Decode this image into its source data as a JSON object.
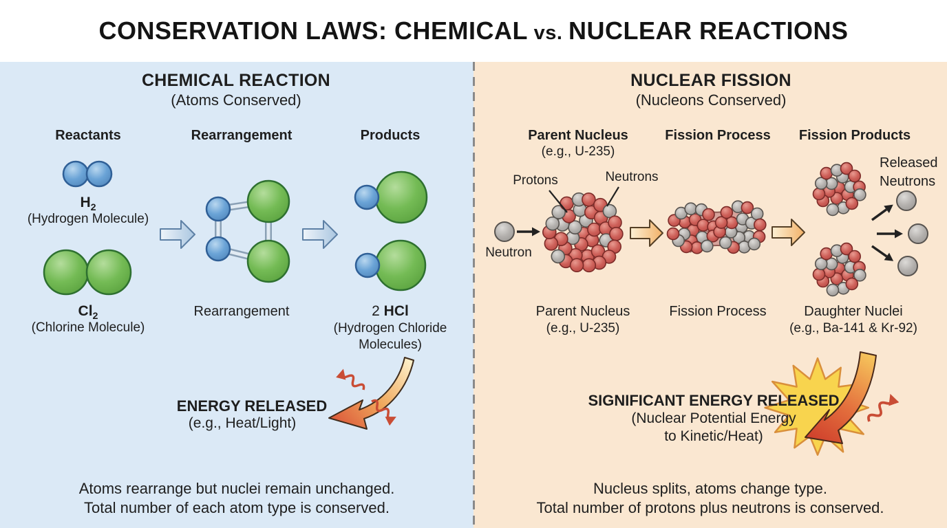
{
  "header": {
    "title_left": "CONSERVATION LAWS: CHEMICAL",
    "title_vs": " vs. ",
    "title_right": "NUCLEAR REACTIONS"
  },
  "colors": {
    "panel_left_bg": "#dbe9f6",
    "panel_right_bg": "#fae7d1",
    "atom_blue": "#66a1d4",
    "atom_green": "#6db54e",
    "proton_red": "#cb5a54",
    "neutron_gray": "#b0adaa",
    "starburst_yellow": "#f8d44e"
  },
  "chemical": {
    "heading": "CHEMICAL REACTION",
    "subheading": "(Atoms Conserved)",
    "columns": [
      "Reactants",
      "Rearrangement",
      "Products"
    ],
    "reactant1": {
      "formula": "H",
      "sub": "2",
      "caption": "(Hydrogen Molecule)"
    },
    "reactant2": {
      "formula": "Cl",
      "sub": "2",
      "caption": "(Chlorine Molecule)"
    },
    "rearrangement_label": "Rearrangement",
    "product": {
      "qty": "2 ",
      "formula": "HCl",
      "caption": "(Hydrogen Chloride Molecules)"
    },
    "energy": {
      "label": "ENERGY RELEASED",
      "caption": "(e.g., Heat/Light)"
    },
    "footer_line1": "Atoms rearrange but nuclei remain unchanged.",
    "footer_line2": "Total number of each atom type is conserved."
  },
  "nuclear": {
    "heading": "NUCLEAR FISSION",
    "subheading": "(Nucleons Conserved)",
    "columns": [
      "Parent Nucleus",
      "Fission Process",
      "Fission Products"
    ],
    "parent_header_sub": "(e.g., U-235)",
    "protons_label": "Protons",
    "neutrons_label": "Neutrons",
    "neutron_label": "Neutron",
    "released_label": "Released Neutrons",
    "stage_labels": {
      "parent": "Parent Nucleus",
      "parent_sub": "(e.g., U-235)",
      "process": "Fission Process",
      "daughter": "Daughter Nuclei",
      "daughter_sub": "(e.g., Ba-141 & Kr-92)"
    },
    "energy": {
      "label": "SIGNIFICANT ENERGY RELEASED",
      "caption1": "(Nuclear Potential Energy",
      "caption2": "to Kinetic/Heat)"
    },
    "footer_line1": "Nucleus splits, atoms change type.",
    "footer_line2": "Total number of protons plus neutrons is conserved."
  }
}
